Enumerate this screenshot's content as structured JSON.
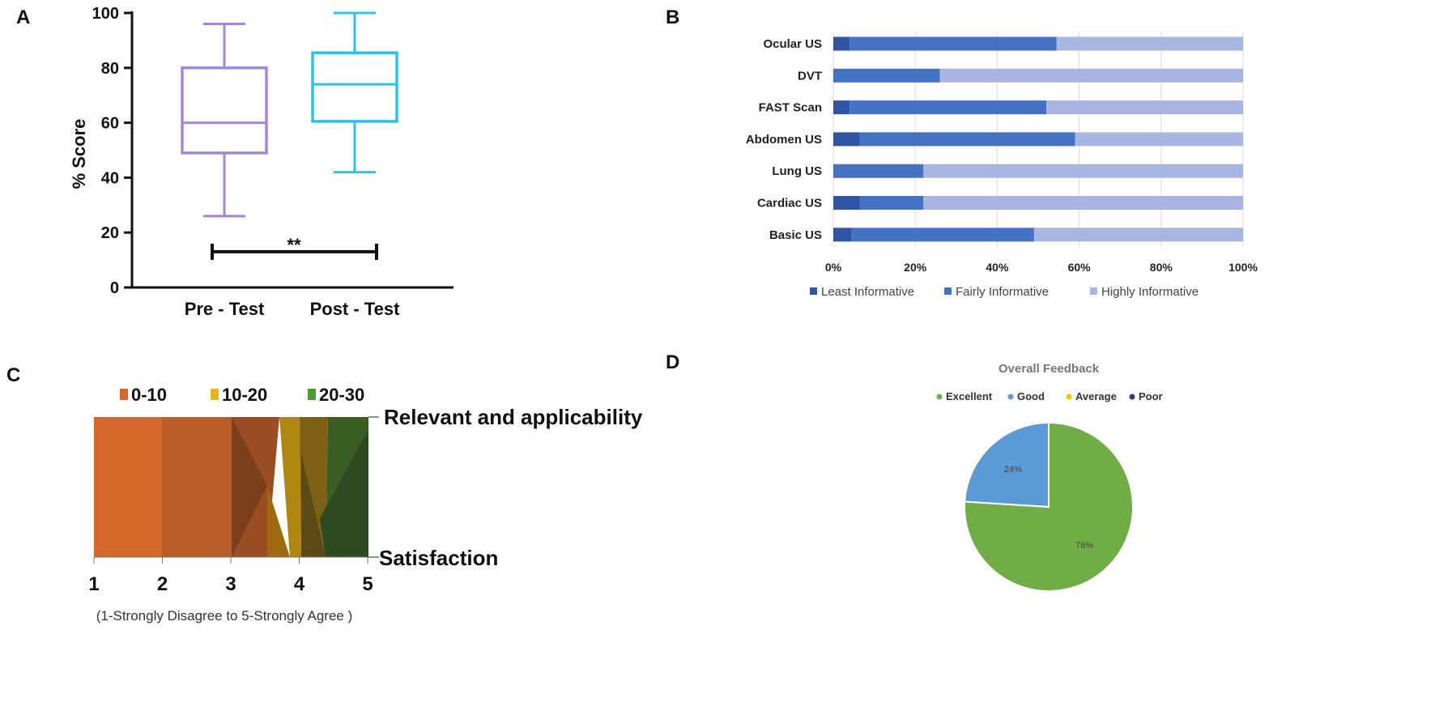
{
  "panels": {
    "a": "A",
    "b": "B",
    "c": "C",
    "d": "D"
  },
  "chart_data": [
    {
      "type": "box",
      "ylabel": "% Score",
      "ylim": [
        0,
        100
      ],
      "yticks": [
        0,
        20,
        40,
        60,
        80,
        100
      ],
      "categories": [
        "Pre - Test",
        "Post - Test"
      ],
      "boxes": [
        {
          "name": "Pre - Test",
          "min": 26,
          "q1": 49,
          "median": 60,
          "q3": 80,
          "max": 96,
          "color": "#a487d8"
        },
        {
          "name": "Post - Test",
          "min": 42,
          "q1": 60.5,
          "median": 74,
          "q3": 85.5,
          "max": 100,
          "color": "#29c4ea"
        }
      ],
      "significance": {
        "label": "**",
        "y": 13
      }
    },
    {
      "type": "bar",
      "stacked": "percent",
      "orientation": "horizontal",
      "categories": [
        "Ocular US",
        "DVT",
        "FAST Scan",
        "Abdomen US",
        "Lung US",
        "Cardiac US",
        "Basic US"
      ],
      "series": [
        {
          "name": "Least Informative",
          "color": "#2f55a4",
          "values": [
            4,
            0,
            4,
            6.5,
            0,
            6.5,
            4.5
          ]
        },
        {
          "name": "Fairly Informative",
          "color": "#4472c4",
          "values": [
            50.5,
            26,
            48,
            52.5,
            22,
            15.5,
            44.5
          ]
        },
        {
          "name": "Highly Informative",
          "color": "#aab6e2",
          "values": [
            45.5,
            74,
            48,
            41,
            78,
            78,
            51
          ]
        }
      ],
      "xlim": [
        0,
        100
      ],
      "xticks": [
        "0%",
        "20%",
        "40%",
        "60%",
        "80%",
        "100%"
      ],
      "grid": true,
      "legend": "bottom"
    },
    {
      "type": "area",
      "legend_items": [
        {
          "label": "0-10",
          "color": "#d4692b"
        },
        {
          "label": "10-20",
          "color": "#e8b51c"
        },
        {
          "label": "20-30",
          "color": "#4e9a35"
        }
      ],
      "rows": [
        "Relevant and applicability",
        "Satisfaction"
      ],
      "x": [
        1,
        2,
        3,
        4,
        5
      ],
      "xticks": [
        "1",
        "2",
        "3",
        "4",
        "5"
      ],
      "xlabel": "(1-Strongly Disagree to 5-Strongly Agree )"
    },
    {
      "type": "pie",
      "title": "Overall Feedback",
      "slices": [
        {
          "name": "Excellent",
          "value": 76,
          "label": "76%",
          "color": "#70ad47"
        },
        {
          "name": "Good",
          "value": 24,
          "label": "24%",
          "color": "#5b9bd5"
        },
        {
          "name": "Average",
          "value": 0,
          "label": "",
          "color": "#ffc000"
        },
        {
          "name": "Poor",
          "value": 0,
          "label": "",
          "color": "#264478"
        }
      ],
      "legend": "top"
    }
  ]
}
